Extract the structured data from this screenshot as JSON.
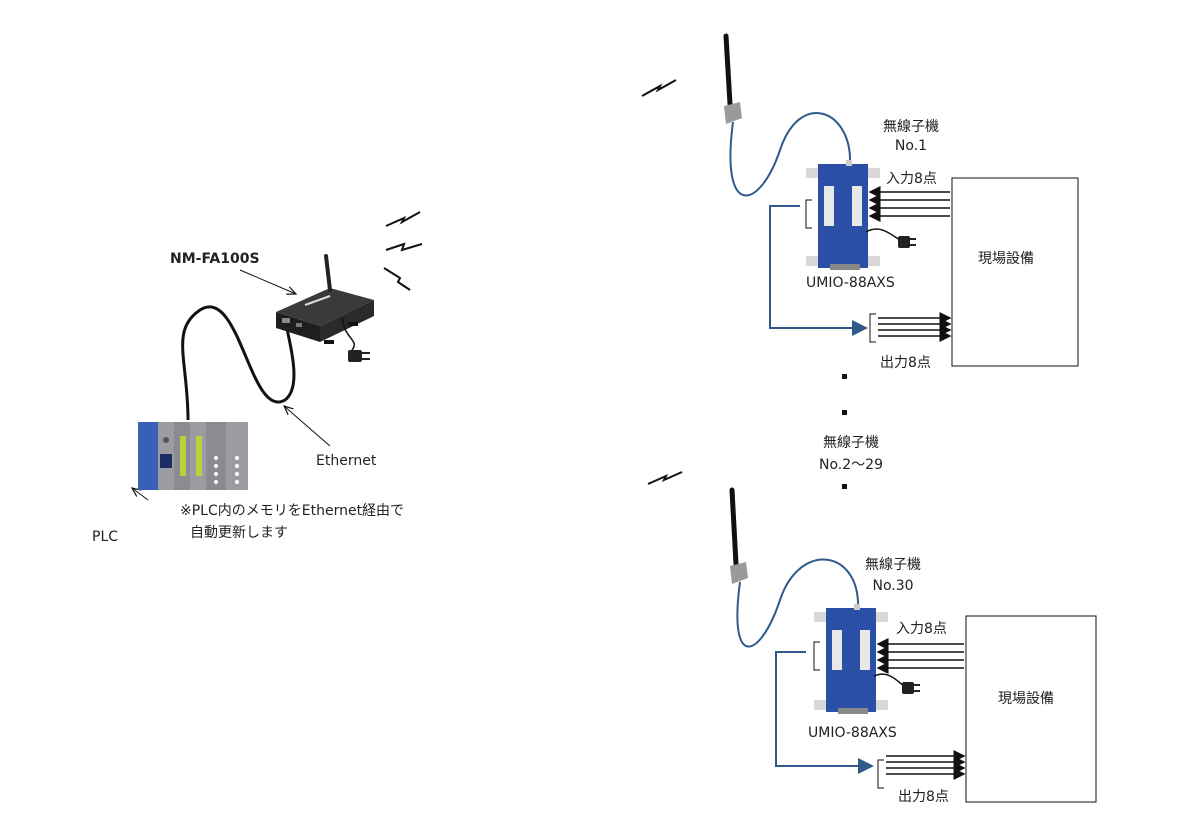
{
  "gateway": {
    "name": "NM-FA100S"
  },
  "plc": {
    "label": "PLC"
  },
  "ethernet": {
    "label": "Ethernet"
  },
  "note": {
    "line1": "※PLC内のメモリをEthernet経由で",
    "line2": "自動更新します"
  },
  "unit1": {
    "title": "無線子機",
    "number": "No.1",
    "model": "UMIO-88AXS",
    "inputs": "入力8点",
    "outputs": "出力8点",
    "equipment": "現場設備"
  },
  "middle": {
    "title": "無線子機",
    "range": "No.2〜29"
  },
  "unit2": {
    "title": "無線子機",
    "number": "No.30",
    "model": "UMIO-88AXS",
    "inputs": "入力8点",
    "outputs": "出力8点",
    "equipment": "現場設備"
  },
  "colors": {
    "module_blue": "#2b4ea6",
    "cable_blue": "#2f5a8a",
    "device_black": "#2a2a2a",
    "plc_blue": "#3a5fb8",
    "plc_gray": "#8e9096",
    "led_green": "#b7d23a"
  },
  "icons": [
    "antenna-icon",
    "radio-wave-icon",
    "power-plug-icon",
    "ethernet-cable-icon"
  ]
}
